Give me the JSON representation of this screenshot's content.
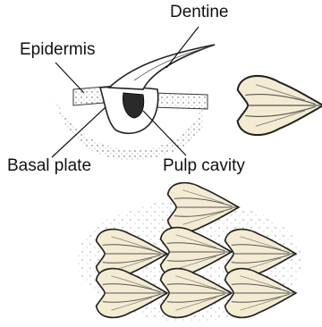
{
  "labels": {
    "dentine": "Dentine",
    "epidermis": "Epidermis",
    "basal_plate": "Basal plate",
    "pulp_cavity": "Pulp cavity"
  },
  "colors": {
    "scale_fill": "#f3ecd2",
    "outline": "#222222",
    "stipple": "#555555"
  }
}
